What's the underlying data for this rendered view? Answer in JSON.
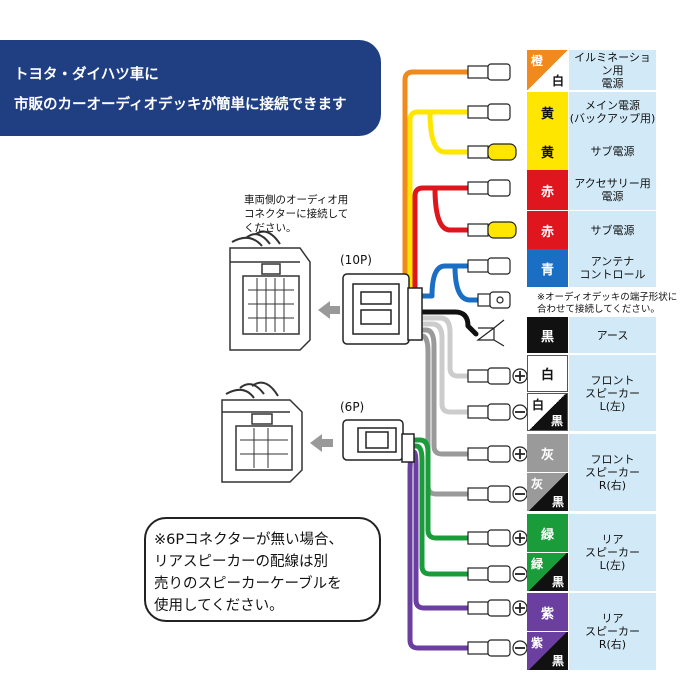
{
  "banner": {
    "line1": "トヨタ・ダイハツ車に",
    "line2": "市販のカーオーディオデッキが簡単に接続できます"
  },
  "car_note": [
    "車両側のオーディオ用",
    "コネクターに接続して",
    "ください。"
  ],
  "connector_10p": "(10P)",
  "connector_6p": "(6P)",
  "terminal_note": [
    "※オーディオデッキの端子形状に",
    "合わせて接続してください。"
  ],
  "callout": [
    "※6Pコネクターが無い場合、",
    "リアスピーカーの配線は別",
    "売りのスピーカーケーブルを",
    "使用してください。"
  ],
  "colors": {
    "orange": "#f08a1c",
    "yellow": "#ffe600",
    "red": "#e0161e",
    "blue": "#1a6fc4",
    "black": "#111111",
    "white": "#ffffff",
    "gray": "#9a9a9a",
    "green": "#1a9c3b",
    "purple": "#6a3fa0",
    "label_bg": "#d2eaf7",
    "banner": "#1f3f82"
  },
  "wires": [
    {
      "chip_main": "橙",
      "chip_sub": "白",
      "style": "orange-white",
      "desc": [
        "イルミネーション用",
        "電源"
      ]
    },
    {
      "chip_main": "黄",
      "style": "yellow",
      "desc": [
        "メイン電源",
        "(バックアップ用)"
      ]
    },
    {
      "chip_main": "黄",
      "style": "yellow",
      "desc": [
        "サブ電源"
      ]
    },
    {
      "chip_main": "赤",
      "style": "red",
      "desc": [
        "アクセサリー用",
        "電源"
      ]
    },
    {
      "chip_main": "赤",
      "style": "red",
      "desc": [
        "サブ電源"
      ]
    },
    {
      "chip_main": "青",
      "style": "blue",
      "desc": [
        "アンテナ",
        "コントロール"
      ]
    },
    {
      "chip_main": "黒",
      "style": "black",
      "desc": [
        "アース"
      ]
    },
    {
      "chip_main": "白",
      "style": "white",
      "desc": [
        "フロント",
        "スピーカー",
        "L(左)"
      ]
    },
    {
      "chip_main": "白",
      "chip_sub": "黒",
      "style": "white-black"
    },
    {
      "chip_main": "灰",
      "style": "gray",
      "desc": [
        "フロント",
        "スピーカー",
        "R(右)"
      ]
    },
    {
      "chip_main": "灰",
      "chip_sub": "黒",
      "style": "gray-black"
    },
    {
      "chip_main": "緑",
      "style": "green",
      "desc": [
        "リア",
        "スピーカー",
        "L(左)"
      ]
    },
    {
      "chip_main": "緑",
      "chip_sub": "黒",
      "style": "green-black"
    },
    {
      "chip_main": "紫",
      "style": "purple",
      "desc": [
        "リア",
        "スピーカー",
        "R(右)"
      ]
    },
    {
      "chip_main": "紫",
      "chip_sub": "黒",
      "style": "purple-black"
    }
  ]
}
